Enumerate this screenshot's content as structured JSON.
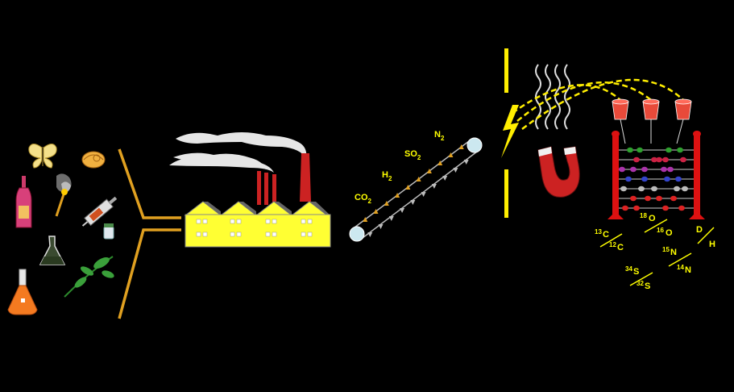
{
  "diagram": {
    "samples": [
      "butterfly",
      "shell",
      "wine-bottle",
      "burning-match",
      "syringe",
      "vial",
      "flask",
      "leaf",
      "orange-flask"
    ],
    "gases": [
      {
        "label": "CO",
        "sub": "2"
      },
      {
        "label": "H",
        "sub": "2"
      },
      {
        "label": "SO",
        "sub": "2"
      },
      {
        "label": "N",
        "sub": "2"
      }
    ],
    "isotope_ratios": [
      {
        "top_mass": "13",
        "top_el": "C",
        "bottom_mass": "12",
        "bottom_el": "C"
      },
      {
        "top_mass": "18",
        "top_el": "O",
        "bottom_mass": "16",
        "bottom_el": "O"
      },
      {
        "top_mass": "",
        "top_el": "D",
        "bottom_mass": "",
        "bottom_el": "H"
      },
      {
        "top_mass": "15",
        "top_el": "N",
        "bottom_mass": "14",
        "bottom_el": "N"
      },
      {
        "top_mass": "34",
        "top_el": "S",
        "bottom_mass": "32",
        "bottom_el": "S"
      }
    ],
    "colors": {
      "background": "#000000",
      "factory": "#ffff33",
      "chimney": "#cc2222",
      "lightning": "#ffee00",
      "abacus_frame": "#dd1111",
      "text": "#ffff00"
    }
  }
}
